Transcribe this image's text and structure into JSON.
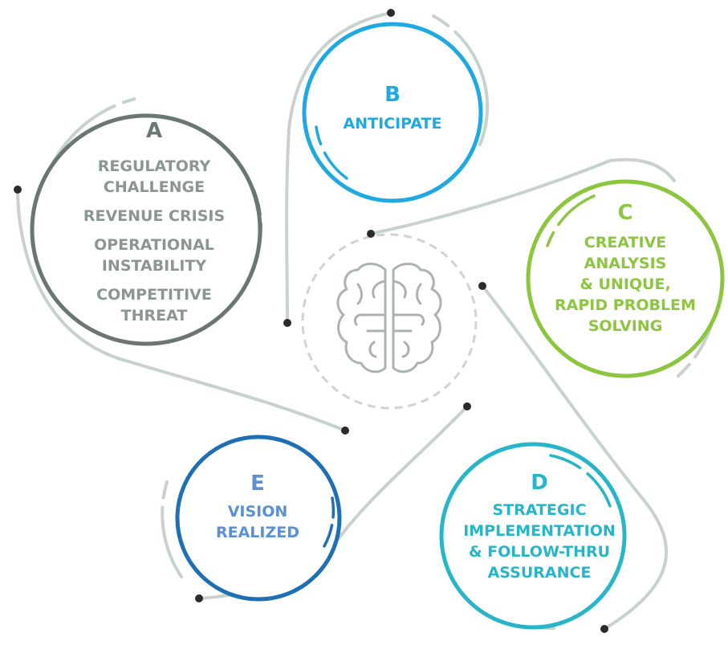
{
  "nodes": [
    {
      "id": "a",
      "letter": "A",
      "lines": [
        "REGULATORY",
        "CHALLENGE",
        "REVENUE CRISIS",
        "OPERATIONAL",
        "INSTABILITY",
        "COMPETITIVE",
        "THREAT"
      ],
      "ring_color": "#6a7673",
      "letter_color": "#6d7875",
      "text_color": "#8b9592"
    },
    {
      "id": "b",
      "letter": "B",
      "lines": [
        "ANTICIPATE"
      ],
      "ring_color": "#1fa9e1",
      "letter_color": "#1fa9e1",
      "text_color": "#1fa9e1"
    },
    {
      "id": "c",
      "letter": "C",
      "lines": [
        "CREATIVE",
        "ANALYSIS",
        "& UNIQUE,",
        "RAPID PROBLEM",
        "SOLVING"
      ],
      "ring_color": "#8cc63f",
      "letter_color": "#8cc63f",
      "text_color": "#8cc63f"
    },
    {
      "id": "d",
      "letter": "D",
      "lines": [
        "STRATEGIC",
        "IMPLEMENTATION",
        "& FOLLOW-THRU",
        "ASSURANCE"
      ],
      "ring_color": "#27b5c9",
      "letter_color": "#27b5c9",
      "text_color": "#27b5c9"
    },
    {
      "id": "e",
      "letter": "E",
      "lines": [
        "VISION",
        "REALIZED"
      ],
      "ring_color": "#1e6fb3",
      "letter_color": "#5b8fd6",
      "text_color": "#5b8fd6"
    }
  ],
  "connector_color": "#c7d1ce",
  "dot_color": "#2b2b2b",
  "center": {
    "icon": "brain-icon",
    "icon_color": "#aab3b0",
    "ring_color": "#cdd4d2"
  }
}
